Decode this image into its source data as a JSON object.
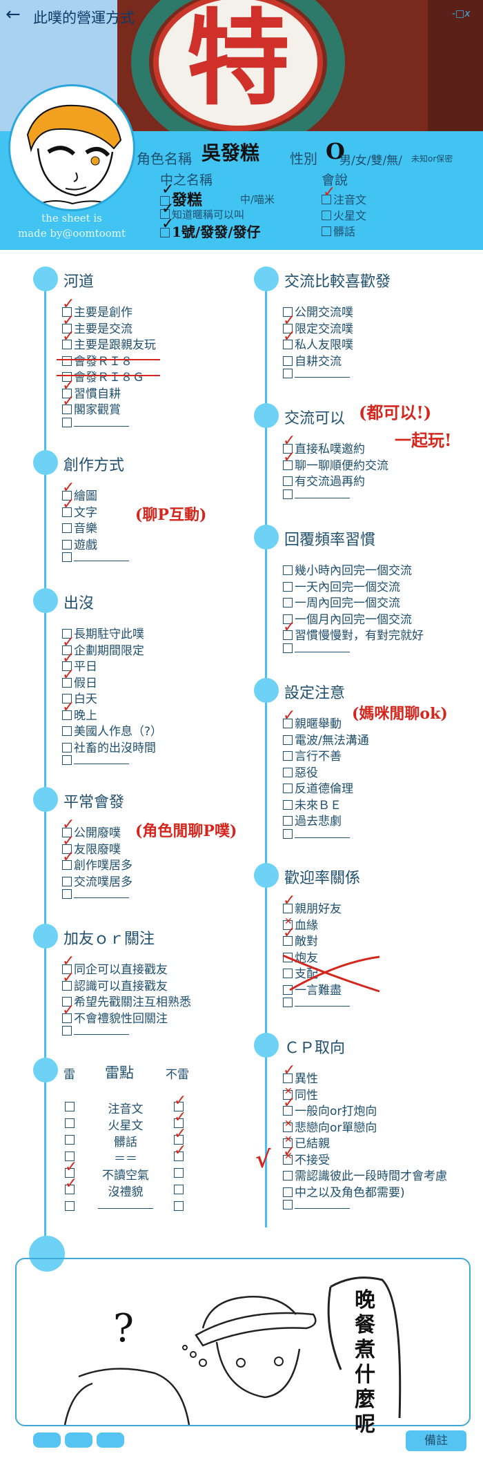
{
  "header": {
    "title": "此噗的營運方式",
    "hero_char": "特",
    "credit_line1": "the sheet is",
    "credit_line2": "made by@oomtoomt"
  },
  "profile": {
    "name_label": "角色名稱",
    "name_value": "吳發糕",
    "gender_label": "性別",
    "gender_mark": "O",
    "gender_options": "男/女/雙/無/",
    "gender_extra": "未知or保密",
    "nick_label": "中之名稱",
    "nick_value": "發糕",
    "nick_suffix": "中/喵米",
    "nick_know": "知道暱稱可以叫",
    "nick_hand": "1號/發發/發仔",
    "lang_label": "會說",
    "lang": [
      "注音文",
      "火星文",
      "髒話"
    ]
  },
  "sections_left": [
    {
      "title": "河道",
      "items": [
        "主要是創作",
        "主要是交流",
        "主要是跟親友玩",
        "會發ＲＩ８",
        "會發ＲＩ８Ｇ",
        "習慣自耕",
        "閣家觀賞",
        ""
      ]
    },
    {
      "title": "創作方式",
      "items": [
        "繪圖",
        "文字",
        "音樂",
        "遊戲",
        ""
      ],
      "note": "(聊P互動)"
    },
    {
      "title": "出沒",
      "items": [
        "長期駐守此噗",
        "企劃期間限定",
        "平日",
        "假日",
        "白天",
        "晚上",
        "美國人作息（?）",
        "社畜的出沒時間",
        ""
      ]
    },
    {
      "title": "平常會發",
      "items": [
        "公開廢噗",
        "友限廢噗",
        "創作噗居多",
        "交流噗居多",
        ""
      ],
      "note": "(角色閒聊P噗)"
    },
    {
      "title": "加友ｏｒ關注",
      "items": [
        "同企可以直接戳友",
        "認識可以直接戳友",
        "希望先戳關注互相熟悉",
        "不會禮貌性回關注",
        ""
      ]
    }
  ],
  "sections_right": [
    {
      "title": "交流比較喜歡發",
      "items": [
        "公開交流噗",
        "限定交流噗",
        "私人友限噗",
        "自耕交流",
        ""
      ]
    },
    {
      "title": "交流可以",
      "items": [
        "直接私噗邀約",
        "聊一聊順便約交流",
        "有交流過再約",
        ""
      ],
      "note": "(都可以!)",
      "note2": "一起玩!"
    },
    {
      "title": "回覆頻率習慣",
      "items": [
        "幾小時內回完一個交流",
        "一天內回完一個交流",
        "一周內回完一個交流",
        "一個月內回完一個交流",
        "習慣慢慢對，有對完就好",
        ""
      ]
    },
    {
      "title": "設定注意",
      "items": [
        "親暱舉動",
        "電波/無法溝通",
        "言行不善",
        "惡役",
        "反道德倫理",
        "未來ＢＥ",
        "過去悲劇",
        ""
      ],
      "note": "(媽咪閒聊ok)"
    },
    {
      "title": "歡迎率關係",
      "items": [
        "親朋好友",
        "血緣",
        "敵對",
        "炮友",
        "支配",
        "一言難盡",
        ""
      ]
    },
    {
      "title": "ＣＰ取向",
      "items": [
        "異性",
        "同性",
        "一般向or打炮向",
        "悲戀向or單戀向",
        "已結親",
        "不接受",
        "需認識彼此一段時間才會考慮",
        "中之以及角色都需要)",
        ""
      ]
    }
  ],
  "mine": {
    "left_label": "雷",
    "center_label": "雷點",
    "right_label": "不雷",
    "rows": [
      "注音文",
      "火星文",
      "髒話",
      "＝＝",
      "不讀空氣",
      "沒禮貌",
      ""
    ]
  },
  "notes": {
    "speech": "晚餐煮什麼呢",
    "question": "?",
    "memo_label": "備註"
  }
}
